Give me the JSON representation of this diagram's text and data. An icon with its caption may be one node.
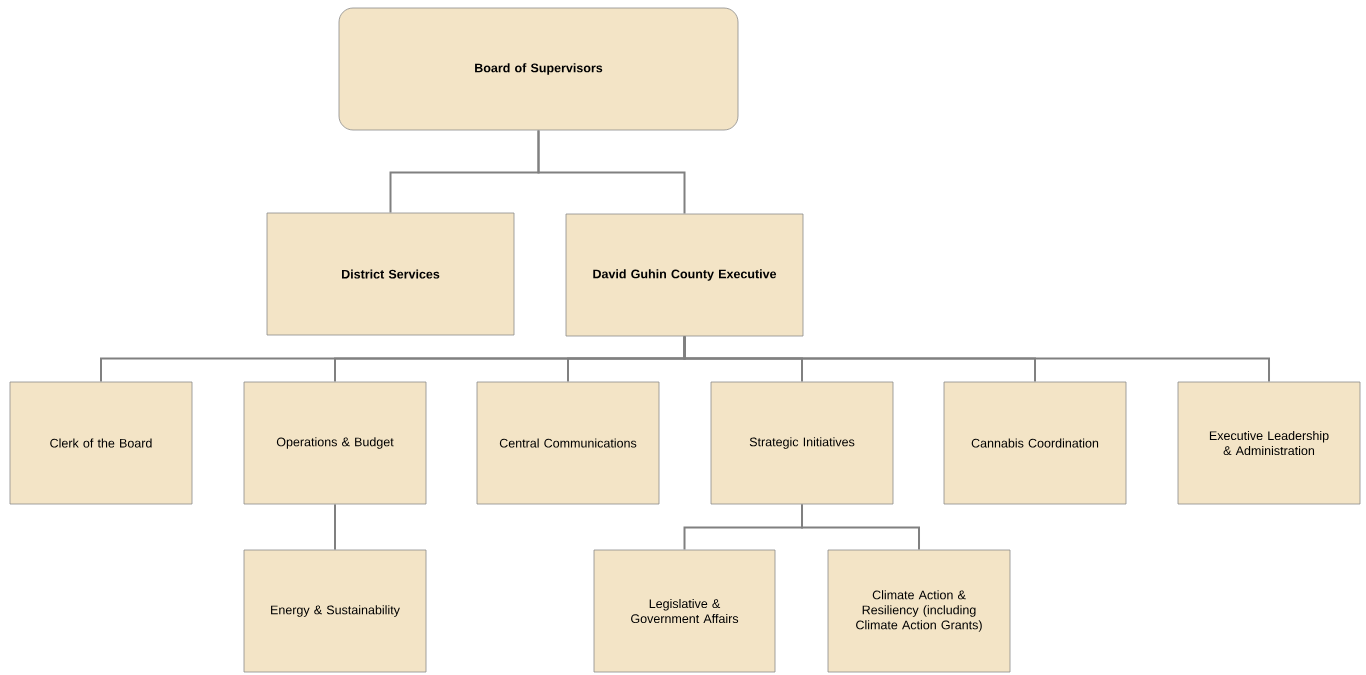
{
  "diagram": {
    "nodes": [
      {
        "text": [
          "Board of Supervisors"
        ]
      },
      {
        "text": [
          "District Services"
        ]
      },
      {
        "text": [
          "David Guhin County Executive"
        ]
      },
      {
        "text": [
          "Clerk of the Board"
        ]
      },
      {
        "text": [
          "Operations & Budget"
        ]
      },
      {
        "text": [
          "Central Communications"
        ]
      },
      {
        "text": [
          "Strategic Initiatives"
        ]
      },
      {
        "text": [
          "Cannabis Coordination"
        ]
      },
      {
        "text": [
          "Executive Leadership & Administration"
        ]
      },
      {
        "text": [
          "Energy & Sustainability"
        ]
      },
      {
        "text": [
          "Legislative & Government Affairs"
        ]
      },
      {
        "text": [
          "Climate Action & Resiliency (including Climate Action Grants)"
        ]
      }
    ],
    "edges": [
      {
        "from": 0,
        "to": 1,
        "arrow": "none"
      },
      {
        "from": 0,
        "to": 2,
        "arrow": "none"
      },
      {
        "from": 2,
        "to": 3,
        "arrow": "none"
      },
      {
        "from": 2,
        "to": 4,
        "arrow": "none"
      },
      {
        "from": 2,
        "to": 5,
        "arrow": "none"
      },
      {
        "from": 2,
        "to": 6,
        "arrow": "none"
      },
      {
        "from": 2,
        "to": 7,
        "arrow": "none"
      },
      {
        "from": 2,
        "to": 8,
        "arrow": "none"
      },
      {
        "from": 4,
        "to": 9,
        "arrow": "none"
      },
      {
        "from": 6,
        "to": 10,
        "arrow": "none"
      },
      {
        "from": 6,
        "to": 11,
        "arrow": "none"
      }
    ]
  }
}
